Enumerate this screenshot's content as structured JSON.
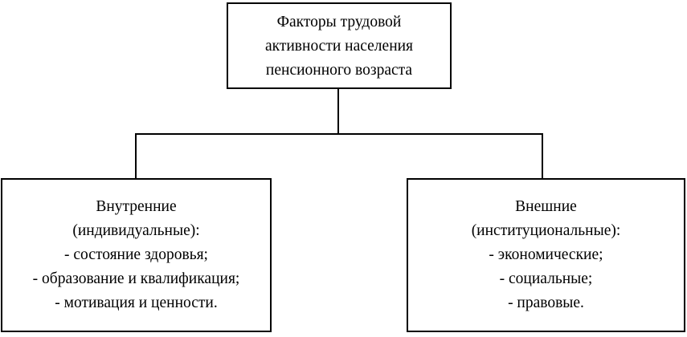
{
  "colors": {
    "border": "#000000",
    "text": "#000000",
    "background": "#ffffff"
  },
  "diagram": {
    "root": {
      "lines": {
        "0": "Факторы трудовой",
        "1": "активности населения",
        "2": "пенсионного возраста"
      }
    },
    "left": {
      "title": "Внутренние",
      "subtitle": "(индивидуальные):",
      "items": {
        "0": "- состояние здоровья;",
        "1": "- образование и квалификация;",
        "2": "- мотивация и ценности."
      }
    },
    "right": {
      "title": "Внешние",
      "subtitle": "(институциональные):",
      "items": {
        "0": "- экономические;",
        "1": "- социальные;",
        "2": "- правовые."
      }
    }
  }
}
